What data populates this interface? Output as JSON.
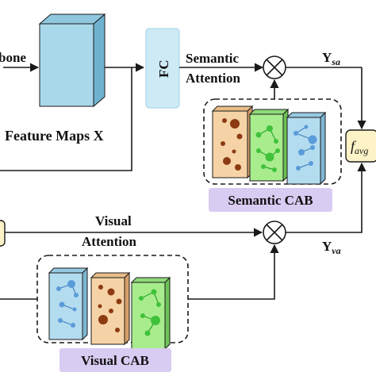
{
  "labels": {
    "backbone": "bone",
    "feature_maps": "Feature Maps X",
    "fc": "FC",
    "semantic_attention_1": "Semantic",
    "semantic_attention_2": "Attention",
    "visual_attention_1": "Visual",
    "visual_attention_2": "Attention",
    "y_sa_main": "Y",
    "y_sa_sub": "sa",
    "y_va_main": "Y",
    "y_va_sub": "va",
    "f_avg_main": "f",
    "f_avg_sub": "avg",
    "semantic_cab": "Semantic CAB",
    "visual_cab": "Visual CAB",
    "multiply_symbol": "×"
  },
  "colors": {
    "feature_map_front": "#a9d8ea",
    "feature_map_side": "#6fb2cf",
    "fc_box": "#cdeaf5",
    "f_avg_box": "#fdf3c6",
    "cab_label_bg": "#d9ccf2",
    "panel_orange": "#f6d3a6",
    "panel_orange_dot": "#8b3a12",
    "panel_green": "#a9ec8e",
    "panel_green_node": "#3fc23a",
    "panel_blue": "#b4dcef",
    "panel_blue_node": "#5a9bd9",
    "line": "#1a1a1a"
  }
}
